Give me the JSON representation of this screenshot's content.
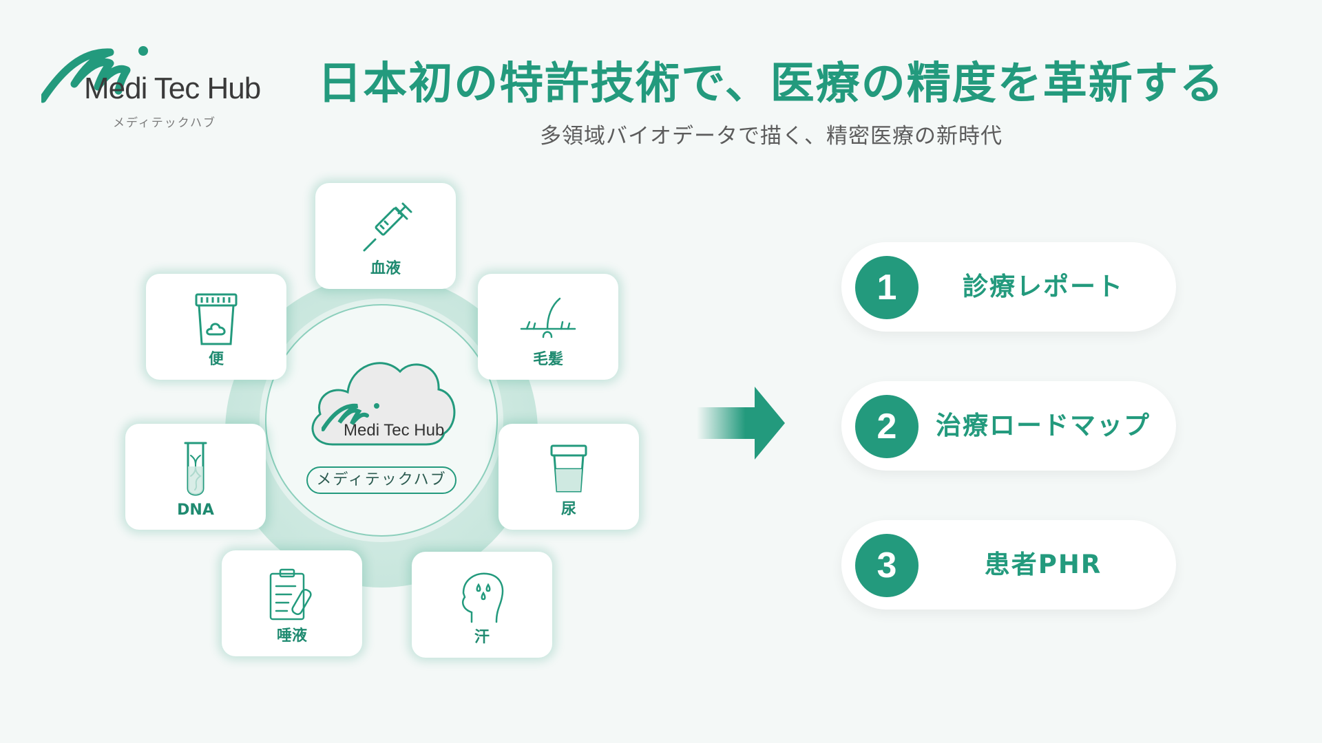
{
  "brand": {
    "name": "Medi Tec Hub",
    "kana": "メディテックハブ",
    "accent": "#239a7d"
  },
  "header": {
    "headline": "日本初の特許技術で、医療の精度を革新する",
    "subheadline": "多領域バイオデータで描く、精密医療の新時代"
  },
  "hub": {
    "logo_text": "Medi Tec Hub",
    "kana": "メディテックハブ"
  },
  "samples": [
    {
      "label": "血液",
      "icon": "syringe-icon"
    },
    {
      "label": "毛髪",
      "icon": "hair-follicle-icon"
    },
    {
      "label": "尿",
      "icon": "urine-cup-icon"
    },
    {
      "label": "汗",
      "icon": "sweat-head-icon"
    },
    {
      "label": "唾液",
      "icon": "clipboard-test-tube-icon"
    },
    {
      "label": "DNA",
      "icon": "dna-test-tube-icon"
    },
    {
      "label": "便",
      "icon": "stool-cup-icon"
    }
  ],
  "outputs": [
    {
      "number": "1",
      "label": "診療レポート"
    },
    {
      "number": "2",
      "label": "治療ロードマップ"
    },
    {
      "number": "3",
      "label": "患者PHR"
    }
  ]
}
